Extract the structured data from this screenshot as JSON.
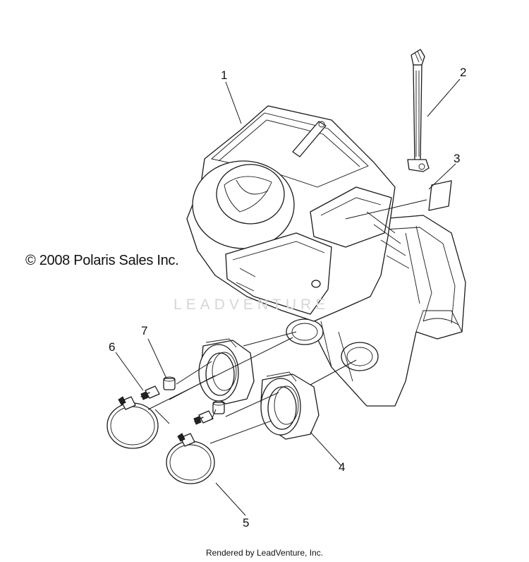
{
  "copyright": "© 2008 Polaris Sales Inc.",
  "watermark": "LEADVENTURE",
  "footer": "Rendered by LeadVenture, Inc.",
  "callouts": {
    "c1": "1",
    "c2": "2",
    "c3": "3",
    "c4": "4",
    "c5": "5",
    "c6": "6",
    "c7": "7"
  }
}
